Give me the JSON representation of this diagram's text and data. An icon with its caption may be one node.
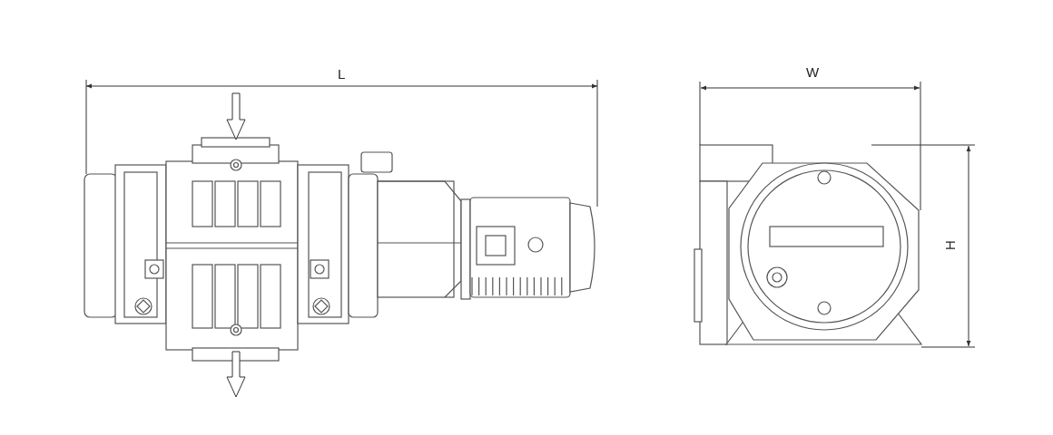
{
  "diagram": {
    "labels": [
      "L",
      "W",
      "H"
    ]
  }
}
